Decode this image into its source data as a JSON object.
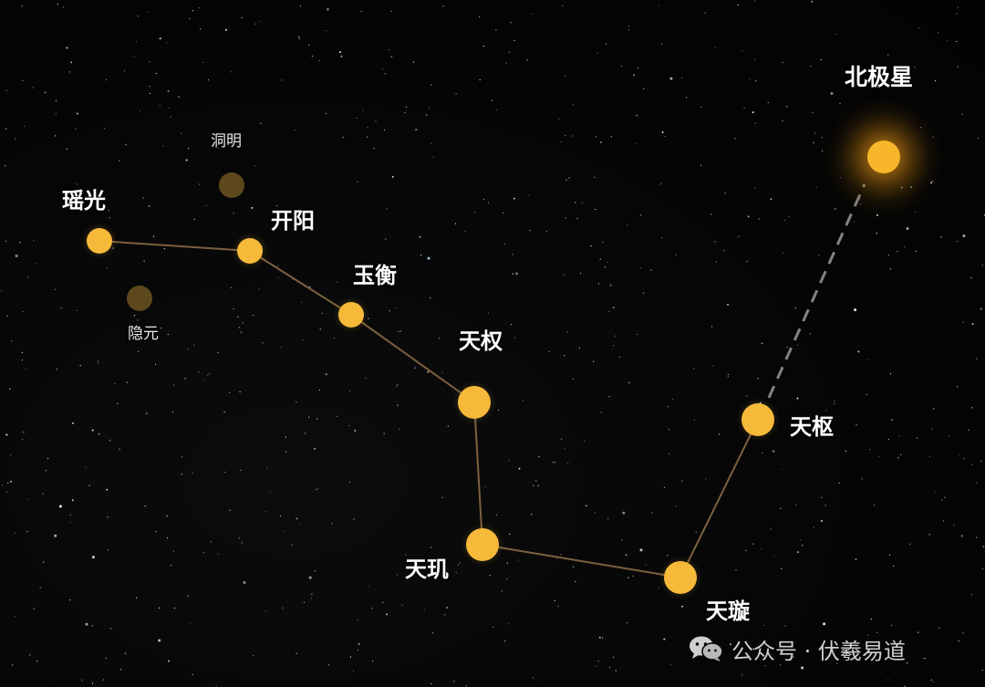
{
  "stars": [
    {
      "id": "polaris",
      "label": "北极星"
    },
    {
      "id": "tianshu",
      "label": "天枢"
    },
    {
      "id": "tianxuan",
      "label": "天璇"
    },
    {
      "id": "tianji",
      "label": "天玑"
    },
    {
      "id": "tianquan",
      "label": "天权"
    },
    {
      "id": "yuheng",
      "label": "玉衡"
    },
    {
      "id": "kaiyang",
      "label": "开阳"
    },
    {
      "id": "yaoguang",
      "label": "瑶光"
    },
    {
      "id": "dongming",
      "label": "洞明"
    },
    {
      "id": "yinyuan",
      "label": "隐元"
    }
  ],
  "watermark": {
    "icon": "wechat-icon",
    "text": "公众号 · 伏羲易道"
  },
  "colors": {
    "background": "#050505",
    "star": "#f6b93a",
    "star_dim": "#6b5320",
    "polaris_glow": "#f5a623",
    "line": "#8a6a45",
    "pointer_dash": "#9a9a9a",
    "label": "#ffffff"
  }
}
